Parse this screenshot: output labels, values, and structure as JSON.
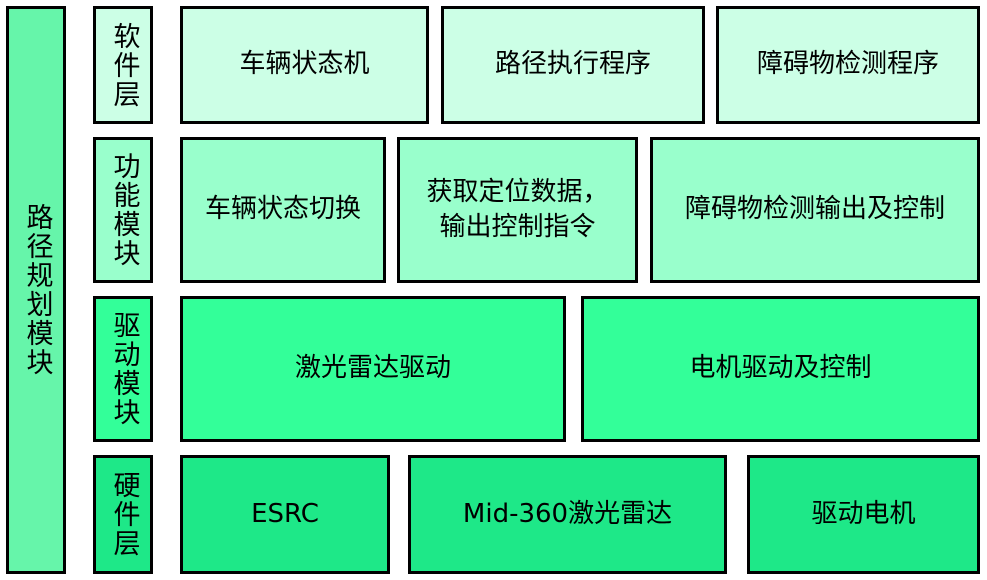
{
  "side_module": {
    "label": "路径规划模块"
  },
  "layers": {
    "software": {
      "title": "软件层",
      "items": [
        "车辆状态机",
        "路径执行程序",
        "障碍物检测程序"
      ]
    },
    "function": {
      "title": "功能模块",
      "items": [
        "车辆状态切换",
        "获取定位数据，\n输出控制指令",
        "障碍物检测输出及控制"
      ]
    },
    "driver": {
      "title": "驱动模块",
      "items": [
        "激光雷达驱动",
        "电机驱动及控制"
      ]
    },
    "hardware": {
      "title": "硬件层",
      "items": [
        "ESRC",
        "Mid-360激光雷达",
        "驱动电机"
      ]
    }
  },
  "colors": {
    "software": "#ccffe6",
    "function": "#99ffcc",
    "driver": "#33ff99",
    "hardware": "#1ee888",
    "side": "#66f5aa",
    "border": "#000000"
  }
}
